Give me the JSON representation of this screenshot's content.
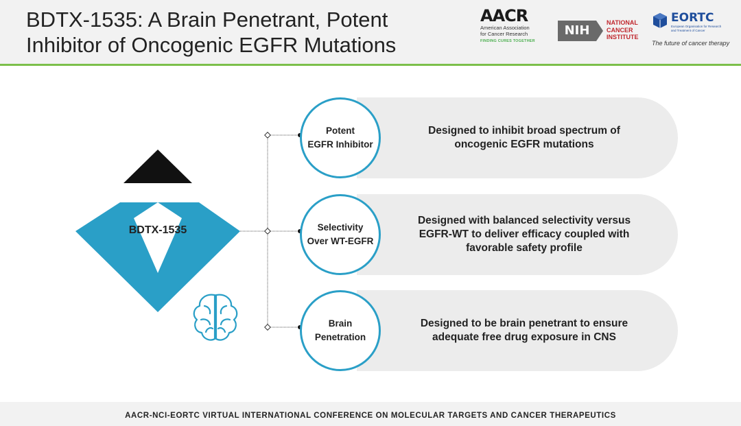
{
  "header": {
    "title_line1": "BDTX-1535: A Brain Penetrant, Potent",
    "title_line2": "Inhibitor of Oncogenic EGFR Mutations"
  },
  "logos": {
    "aacr": {
      "wordmark": "AACR",
      "line1": "American Association",
      "line2": "for Cancer Research",
      "tagline": "FINDING CURES TOGETHER"
    },
    "nih": {
      "badge": "NIH",
      "line1": "NATIONAL",
      "line2": "CANCER",
      "line3": "INSTITUTE"
    },
    "eortc": {
      "wordmark": "EORTC",
      "line1": "European Organisation for Research",
      "line2": "and Treatment of Cancer",
      "tagline": "The future of cancer therapy"
    }
  },
  "central": {
    "label": "BDTX-1535"
  },
  "features": [
    {
      "circle_line1": "Potent",
      "circle_line2": "EGFR Inhibitor",
      "desc_line1": "Designed to inhibit broad spectrum of",
      "desc_line2": "oncogenic EGFR mutations"
    },
    {
      "circle_line1": "Selectivity",
      "circle_line2": "Over WT-EGFR",
      "desc_line1": "Designed with balanced selectivity versus",
      "desc_line2": "EGFR-WT to deliver efficacy coupled with",
      "desc_line3": "favorable safety profile"
    },
    {
      "circle_line1": "Brain",
      "circle_line2": "Penetration",
      "desc_line1": "Designed to be brain penetrant to ensure",
      "desc_line2": "adequate free drug exposure in CNS"
    }
  ],
  "footer": {
    "text": "AACR-NCI-EORTC VIRTUAL INTERNATIONAL CONFERENCE ON MOLECULAR TARGETS AND CANCER THERAPEUTICS"
  },
  "colors": {
    "accent_blue": "#2a9fc7",
    "header_rule_green": "#7cbf4a",
    "card_gray": "#ececec"
  }
}
